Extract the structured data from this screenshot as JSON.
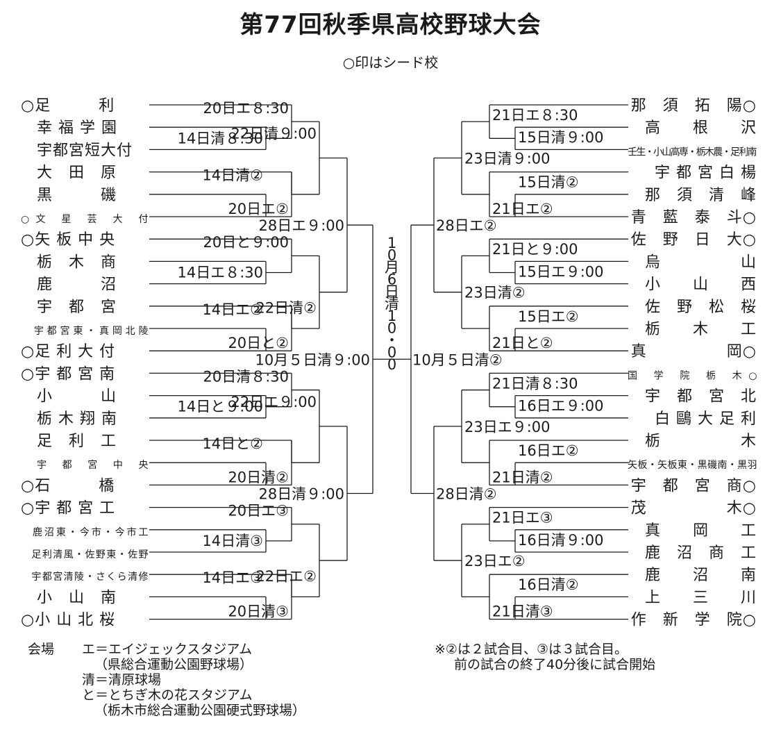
{
  "title": "第77回秋季県高校野球大会",
  "subtitle": "○印はシード校",
  "left_teams": [
    {
      "name": "○足　　　利"
    },
    {
      "name": "　幸 福 学 園"
    },
    {
      "name": "　宇都宮短大付"
    },
    {
      "name": "　大　田　原"
    },
    {
      "name": "　黒　　　磯"
    },
    {
      "name": "○文 星 芸 大 付"
    },
    {
      "name": "○矢 板 中 央"
    },
    {
      "name": "　栃　木　商"
    },
    {
      "name": "　鹿　　　沼"
    },
    {
      "name": "　宇　都　宮"
    },
    {
      "name": "　宇都宮東・真岡北陵"
    },
    {
      "name": "○足 利 大 付"
    },
    {
      "name": "○宇 都 宮 南"
    },
    {
      "name": "　小　　　山"
    },
    {
      "name": "　栃 木 翔 南"
    },
    {
      "name": "　足　利　工"
    },
    {
      "name": "　宇 都 宮 中 央"
    },
    {
      "name": "○石　　　橋"
    },
    {
      "name": "○宇 都 宮 工"
    },
    {
      "name": "　鹿沼東・今市・今市工"
    },
    {
      "name": "　足利清風・佐野東・佐野"
    },
    {
      "name": "　宇都宮清陵・さくら清修"
    },
    {
      "name": "　小　山　南"
    },
    {
      "name": "○小 山 北 桜"
    }
  ],
  "right_teams": [
    {
      "name": "那　須　拓　陽○"
    },
    {
      "name": "高　　根　　沢"
    },
    {
      "name": "壬生・小山高専・栃木農・足利南"
    },
    {
      "name": "宇 都 宮 白 楊"
    },
    {
      "name": "那　須　清　峰"
    },
    {
      "name": "青　藍　泰　斗○"
    },
    {
      "name": "佐　野　日　大○"
    },
    {
      "name": "烏　　　　　山"
    },
    {
      "name": "小　　山　　西"
    },
    {
      "name": "佐　野　松　桜"
    },
    {
      "name": "栃　　木　　工"
    },
    {
      "name": "真　　　　　岡○"
    },
    {
      "name": "国 学 院 栃 木○"
    },
    {
      "name": "宇　都　宮　北"
    },
    {
      "name": "白 鷗 大 足 利"
    },
    {
      "name": "栃　　　　　木"
    },
    {
      "name": "矢板・矢板東・黒磯南・黒羽"
    },
    {
      "name": "宇　都　宮　商○"
    },
    {
      "name": "茂　　　　　木○"
    },
    {
      "name": "真　　岡　　工"
    },
    {
      "name": "鹿　沼　商　工"
    },
    {
      "name": "鹿　　沼　　南"
    },
    {
      "name": "上　　三　　川"
    },
    {
      "name": "作　新　学　院○"
    }
  ],
  "left_labels": {
    "q0_r1a": "14日清８:30",
    "q0_r2a": "20日エ８:30",
    "q0_r1b": "14日清②",
    "q0_r2b": "20日エ②",
    "q0_r3": "22日清９:00",
    "q1_r1a": "14日エ８:30",
    "q1_r2a": "20日と９:00",
    "q1_r1b": "14日エ②",
    "q1_r2b": "20日と②",
    "q1_r3": "22日清②",
    "q2_r1a": "14日と９:00",
    "q2_r2a": "20日清８:30",
    "q2_r1b": "14日と②",
    "q2_r2b": "20日清②",
    "q2_r3": "22日エ９:00",
    "q3_r1a": "14日清③",
    "q3_r2a": "20日エ③",
    "q3_r1b": "14日エ③",
    "q3_r2b": "20日清③",
    "q3_r3": "22日エ②",
    "s0": "28日エ９:00",
    "s1": "28日清９:00",
    "semi": "10月５日清９:00"
  },
  "right_labels": {
    "q0_r2a": "21日エ８:30",
    "q0_r1a": "15日清９:00",
    "q0_r3": "23日清９:00",
    "q0_r1b": "15日清②",
    "q0_r2b": "21日エ②",
    "q1_r2a": "21日と９:00",
    "q1_r1a": "15日エ９:00",
    "q1_r3": "23日清②",
    "q1_r1b": "15日エ②",
    "q1_r2b": "21日と②",
    "q2_r2a": "21日清８:30",
    "q2_r1a": "16日エ９:00",
    "q2_r3": "23日エ９:00",
    "q2_r1b": "16日エ②",
    "q2_r2b": "21日清②",
    "q3_r2a": "21日エ③",
    "q3_r1a": "16日清９:00",
    "q3_r3": "23日エ②",
    "q3_r1b": "16日清②",
    "q3_r2b": "21日清③",
    "s0": "28日エ②",
    "s1": "28日清②",
    "semi": "10月５日清②"
  },
  "final_label": "10月6日清10・00",
  "venues": {
    "heading": "会場",
    "lines": [
      "エ＝エイジェックスタジアム",
      "（県総合運動公園野球場）",
      "清＝清原球場",
      "と＝とちぎ木の花スタジアム",
      "（栃木市総合運動公園硬式野球場）"
    ]
  },
  "notes": {
    "line1": "※②は２試合目、③は３試合目。",
    "line2": "前の試合の終了40分後に試合開始"
  }
}
